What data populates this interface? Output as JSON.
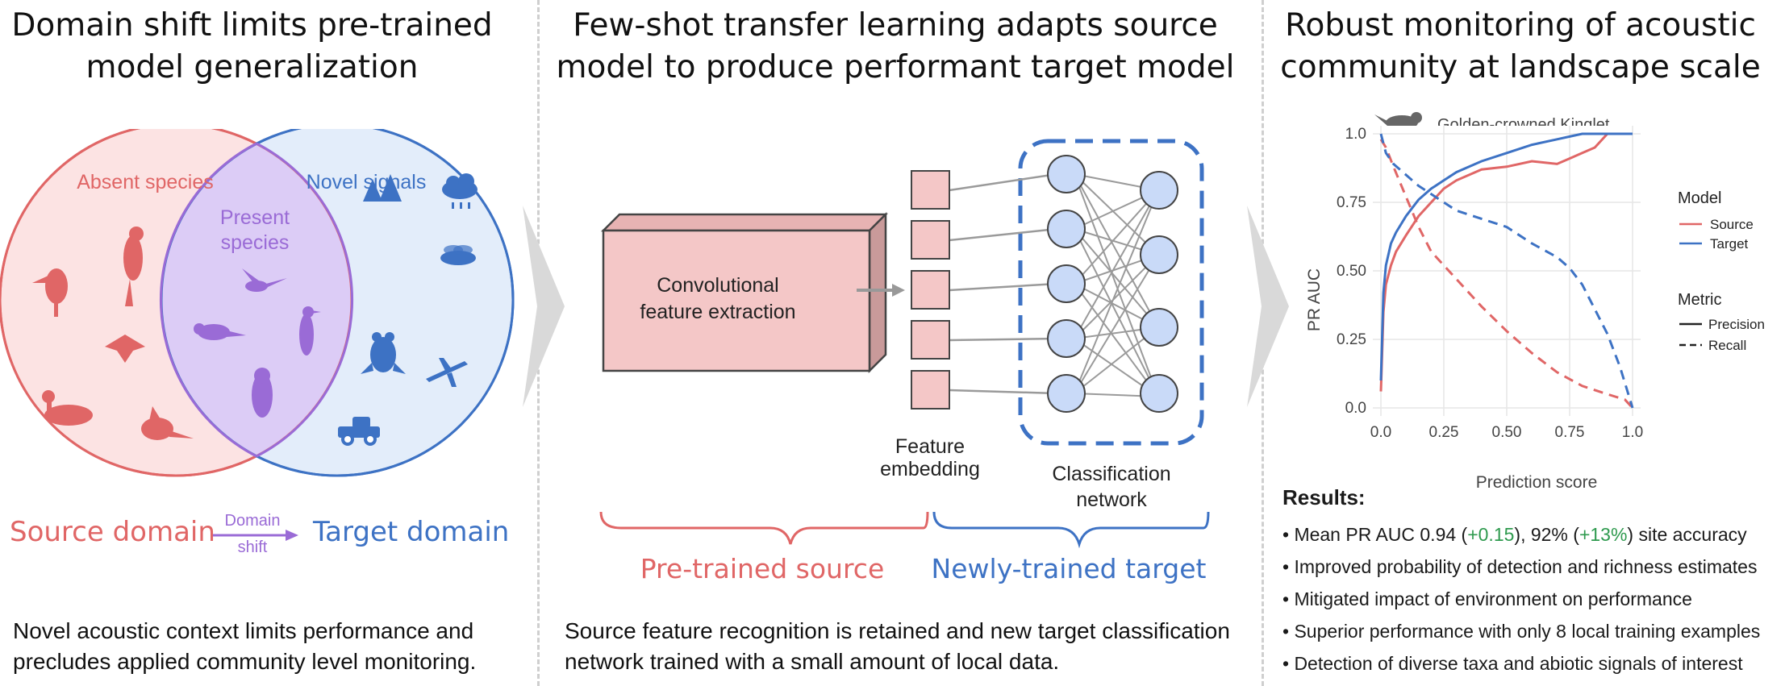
{
  "panel1": {
    "title_line1": "Domain shift limits pre-trained",
    "title_line2": "model generalization",
    "absent_species": "Absent species",
    "novel_signals": "Novel signals",
    "present_species_line1": "Present",
    "present_species_line2": "species",
    "source_domain": "Source domain",
    "domain_shift_line1": "Domain",
    "domain_shift_line2": "shift",
    "target_domain": "Target domain",
    "caption_line1": "Novel acoustic context limits performance and",
    "caption_line2": "precludes applied community level monitoring.",
    "icons_left": [
      "toucan-icon",
      "perched-bird-icon",
      "duck-icon",
      "flying-bird-icon",
      "cardinal-icon"
    ],
    "icons_center": [
      "hummingbird-icon",
      "songbird-icon",
      "woodpecker-icon",
      "owl-icon"
    ],
    "icons_right": [
      "trees-icon",
      "rain-cloud-icon",
      "insect-icon",
      "frog-icon",
      "airplane-icon",
      "truck-icon"
    ]
  },
  "panel2": {
    "title_line1": "Few-shot transfer learning adapts source",
    "title_line2": "model to produce performant target model",
    "box_line1": "Convolutional",
    "box_line2": "feature extraction",
    "feature_line1": "Feature",
    "feature_line2": "embedding",
    "class_line1": "Classification",
    "class_line2": "network",
    "pretrained": "Pre-trained source",
    "newly": "Newly-trained target",
    "caption_line1": "Source feature recognition is retained and new target classification",
    "caption_line2": "network trained with a small amount of local data."
  },
  "panel3": {
    "title_line1": "Robust monitoring of acoustic",
    "title_line2": "community at landscape scale",
    "results_heading": "Results:",
    "results": [
      {
        "pre": "• Mean PR AUC 0.94 (",
        "g1": "+0.15",
        "mid": "), 92% (",
        "g2": "+13%",
        "post": ") site accuracy"
      },
      {
        "pre": "• Improved probability of detection and richness estimates",
        "g1": "",
        "mid": "",
        "g2": "",
        "post": ""
      },
      {
        "pre": "• Mitigated impact of environment on performance",
        "g1": "",
        "mid": "",
        "g2": "",
        "post": ""
      },
      {
        "pre": "• Superior performance with only 8 local training examples",
        "g1": "",
        "mid": "",
        "g2": "",
        "post": ""
      },
      {
        "pre": "• Detection of diverse taxa and abiotic signals of interest",
        "g1": "",
        "mid": "",
        "g2": "",
        "post": ""
      }
    ]
  },
  "colors": {
    "source": "#e06666",
    "target": "#3d72c4",
    "present": "#9a6bd6",
    "target_dark": "#2f5fb3",
    "node_fill": "#c9daf8",
    "embed_fill": "#f4c7c7"
  },
  "chart_data": {
    "type": "line",
    "title": "Golden-crowned Kinglet",
    "xlabel": "Prediction score",
    "ylabel": "PR AUC",
    "xlim": [
      0,
      1
    ],
    "ylim": [
      0,
      1
    ],
    "xticks": [
      "0.0",
      "0.25",
      "0.50",
      "0.75",
      "1.0"
    ],
    "yticks": [
      "0.0",
      "0.25",
      "0.50",
      "0.75",
      "1.0"
    ],
    "grid": true,
    "legend_placement": "right",
    "legend": {
      "model_title": "Model",
      "model_entries": [
        {
          "name": "Source",
          "color": "#e06666"
        },
        {
          "name": "Target",
          "color": "#3d72c4"
        }
      ],
      "metric_title": "Metric",
      "metric_entries": [
        {
          "name": "Precision",
          "style": "solid"
        },
        {
          "name": "Recall",
          "style": "dashed"
        }
      ]
    },
    "series": [
      {
        "model": "Source",
        "metric": "Precision",
        "color": "#e06666",
        "dash": false,
        "x": [
          0.0,
          0.01,
          0.02,
          0.04,
          0.06,
          0.1,
          0.15,
          0.2,
          0.25,
          0.3,
          0.4,
          0.5,
          0.6,
          0.7,
          0.75,
          0.8,
          0.85,
          0.9
        ],
        "y": [
          0.06,
          0.35,
          0.45,
          0.52,
          0.57,
          0.63,
          0.7,
          0.75,
          0.8,
          0.83,
          0.87,
          0.88,
          0.9,
          0.89,
          0.91,
          0.93,
          0.95,
          1.0
        ]
      },
      {
        "model": "Target",
        "metric": "Precision",
        "color": "#3d72c4",
        "dash": false,
        "x": [
          0.0,
          0.01,
          0.02,
          0.04,
          0.06,
          0.1,
          0.15,
          0.2,
          0.25,
          0.3,
          0.4,
          0.5,
          0.6,
          0.7,
          0.75,
          0.8,
          0.9,
          1.0
        ],
        "y": [
          0.1,
          0.42,
          0.52,
          0.6,
          0.64,
          0.7,
          0.76,
          0.8,
          0.83,
          0.86,
          0.9,
          0.93,
          0.96,
          0.98,
          0.99,
          1.0,
          1.0,
          1.0
        ]
      },
      {
        "model": "Source",
        "metric": "Recall",
        "color": "#e06666",
        "dash": true,
        "x": [
          0.0,
          0.02,
          0.05,
          0.1,
          0.15,
          0.2,
          0.25,
          0.3,
          0.4,
          0.5,
          0.6,
          0.7,
          0.8,
          0.9,
          0.97,
          1.0
        ],
        "y": [
          0.98,
          0.95,
          0.88,
          0.77,
          0.66,
          0.57,
          0.52,
          0.47,
          0.37,
          0.28,
          0.2,
          0.13,
          0.08,
          0.05,
          0.03,
          0.0
        ]
      },
      {
        "model": "Target",
        "metric": "Recall",
        "color": "#3d72c4",
        "dash": true,
        "x": [
          0.0,
          0.02,
          0.05,
          0.1,
          0.15,
          0.2,
          0.25,
          0.3,
          0.4,
          0.5,
          0.6,
          0.7,
          0.75,
          0.8,
          0.85,
          0.9,
          0.95,
          1.0
        ],
        "y": [
          1.0,
          0.93,
          0.89,
          0.85,
          0.81,
          0.78,
          0.75,
          0.72,
          0.69,
          0.66,
          0.6,
          0.55,
          0.51,
          0.45,
          0.36,
          0.27,
          0.15,
          0.0
        ]
      }
    ]
  }
}
